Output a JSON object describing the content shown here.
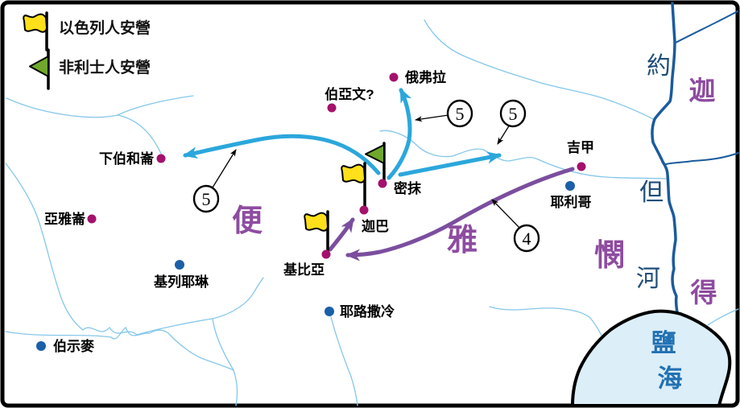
{
  "legend": {
    "items": [
      {
        "id": "israelite-camp",
        "label": "以色列人安營",
        "flag_color": "#FFE01A"
      },
      {
        "id": "philistine-camp",
        "label": "非利士人安營",
        "flag_color": "#6FA82D"
      }
    ]
  },
  "towns": {
    "lower_beth_horon": {
      "label": "下伯和崙",
      "dot": "crimson"
    },
    "aijalon": {
      "label": "亞雅崙",
      "dot": "crimson"
    },
    "ophrah": {
      "label": "俄弗拉",
      "dot": "crimson"
    },
    "beth_aven": {
      "label": "伯亞文?",
      "dot": "crimson"
    },
    "michmash": {
      "label": "密抹",
      "dot": "crimson",
      "camp": "philistine"
    },
    "geba": {
      "label": "迦巴",
      "dot": "crimson",
      "camp": "israelite"
    },
    "gibeah": {
      "label": "基比亞",
      "dot": "crimson",
      "camp": "israelite"
    },
    "gilgal": {
      "label": "吉甲",
      "dot": "crimson"
    },
    "kiriath_jearim": {
      "label": "基列耶琳",
      "dot": "blue"
    },
    "jerusalem": {
      "label": "耶路撒冷",
      "dot": "blue"
    },
    "jericho": {
      "label": "耶利哥",
      "dot": "blue"
    },
    "beth_shemesh": {
      "label": "伯示麥",
      "dot": "blue"
    }
  },
  "regions": {
    "benjamin": {
      "chars": [
        "便",
        "雅",
        "憫"
      ]
    },
    "gad": {
      "chars": [
        "迦",
        "得"
      ]
    }
  },
  "water": {
    "jordan_river": {
      "chars": [
        "約",
        "但",
        "河"
      ]
    },
    "salt_sea": {
      "chars": [
        "鹽",
        "海"
      ]
    }
  },
  "route_markers": [
    {
      "value": "5",
      "route": "michmash-to-ophrah"
    },
    {
      "value": "5",
      "route": "michmash-eastward"
    },
    {
      "value": "5",
      "route": "michmash-to-lower-beth-horon"
    },
    {
      "value": "4",
      "route": "gilgal-to-gibeah"
    }
  ],
  "colors": {
    "town_dot_crimson": "#A3116B",
    "town_dot_blue": "#1B5FA8",
    "israel_flag_yellow": "#FFE01A",
    "philistine_flag_green": "#6FA82D",
    "movement_arrow_cyan": "#2BA7DC",
    "movement_arrow_purple": "#7B4E9E",
    "region_label_purple": "#8E4CA0",
    "river_label_navy": "#1F4E79",
    "sea_label_blue": "#2271B3",
    "stream_light_blue": "#85C7EA",
    "sea_fill": "#DCEEF8",
    "map_border": "#000000"
  }
}
